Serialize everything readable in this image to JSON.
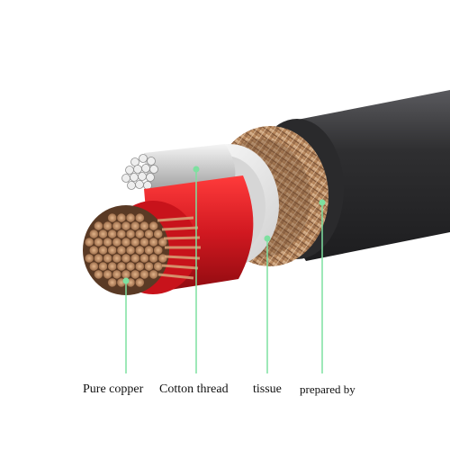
{
  "labels": {
    "pure_copper": "Pure copper",
    "cotton_thread": "Cotton thread",
    "tissue": "tissue",
    "prepared_by": "prepared by"
  },
  "colors": {
    "leader_line": "#7ee0a0",
    "jacket": "#3a3a3c",
    "copper": "#c99a73",
    "red_insulation": "#d81f26",
    "white_insulation": "#f2f2f2",
    "braid_shield": "#c8a07a",
    "silver_strands": "#d9d9d9"
  }
}
